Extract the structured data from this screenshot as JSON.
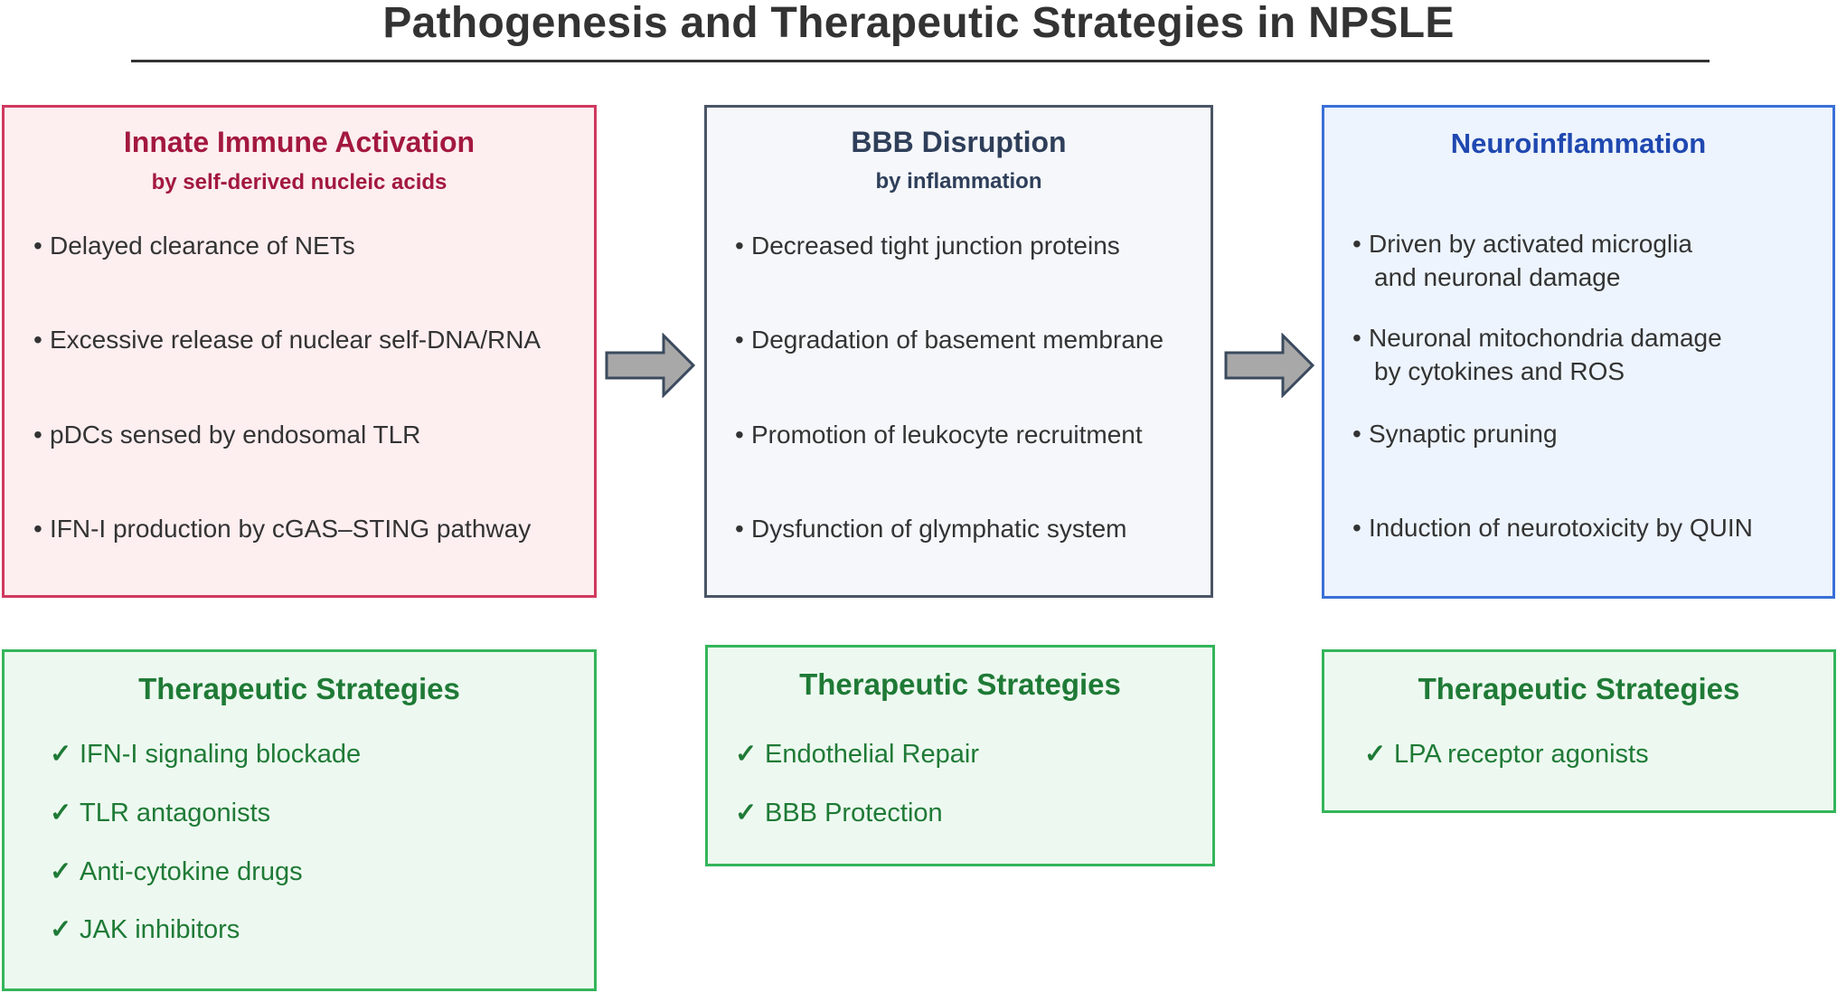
{
  "title": "Pathogenesis and Therapeutic Strategies in NPSLE",
  "colors": {
    "innate_border": "#d0395f",
    "bbb_border": "#4a5566",
    "neuro_border": "#3a6fd8",
    "therapy_border": "#34b55a",
    "therapy_text": "#1f7a36",
    "arrow_fill": "#a8a8a8",
    "arrow_stroke": "#3b4a5e"
  },
  "icons": {
    "flow_arrow": "right-arrow-icon",
    "check": "check-icon"
  },
  "mechanisms": [
    {
      "heading": "Innate Immune Activation",
      "subheading": "by self-derived nucleic acids",
      "bullets": [
        {
          "line1": "Delayed clearance of NETs"
        },
        {
          "line1": "Excessive release of nuclear self-DNA/RNA"
        },
        {
          "line1": "pDCs sensed by endosomal TLR"
        },
        {
          "line1": "IFN-I production by cGAS–STING pathway"
        }
      ]
    },
    {
      "heading": "BBB Disruption",
      "subheading": "by inflammation",
      "bullets": [
        {
          "line1": "Decreased tight junction proteins"
        },
        {
          "line1": "Degradation of basement membrane"
        },
        {
          "line1": "Promotion of leukocyte recruitment"
        },
        {
          "line1": "Dysfunction of glymphatic system"
        }
      ]
    },
    {
      "heading": "Neuroinflammation",
      "bullets": [
        {
          "line1": "Driven by activated microglia",
          "line2": "and neuronal damage"
        },
        {
          "line1": "Neuronal mitochondria damage",
          "line2": "by cytokines and ROS"
        },
        {
          "line1": "Synaptic pruning"
        },
        {
          "line1": "Induction of neurotoxicity by QUIN"
        }
      ]
    }
  ],
  "therapies": [
    {
      "heading": "Therapeutic Strategies",
      "items": [
        "IFN-I signaling blockade",
        "TLR antagonists",
        "Anti-cytokine drugs",
        "JAK inhibitors"
      ]
    },
    {
      "heading": "Therapeutic Strategies",
      "items": [
        "Endothelial Repair",
        "BBB Protection"
      ]
    },
    {
      "heading": "Therapeutic Strategies",
      "items": [
        "LPA receptor agonists"
      ]
    }
  ],
  "bullet_char": "•",
  "check_char": "✓"
}
